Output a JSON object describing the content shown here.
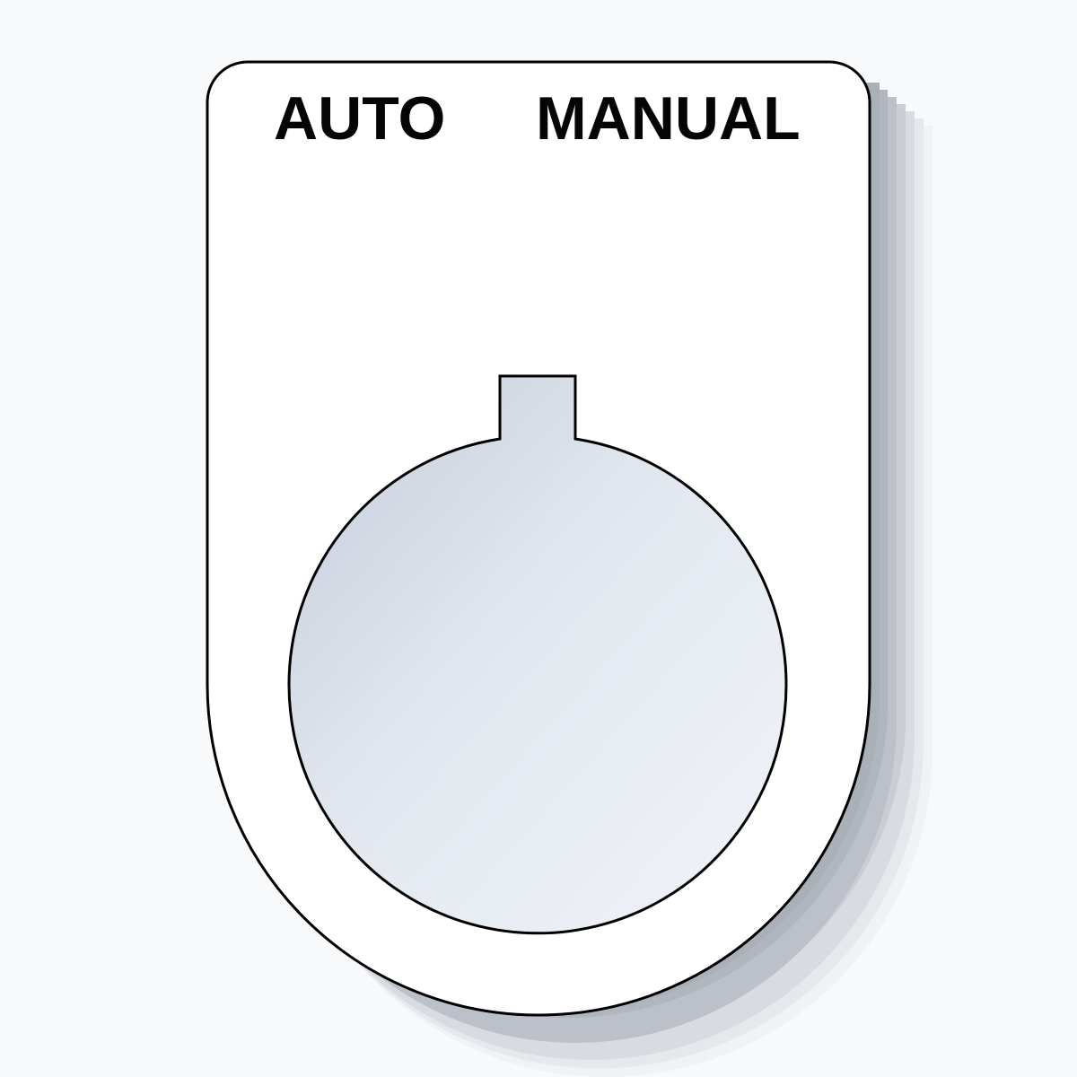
{
  "plate": {
    "shape": "rounded-top-semicircle-bottom legend plate",
    "fill": "#ffffff",
    "outline": "#000000",
    "shadow_color": "#a9aeb6",
    "background": "#f8f9fb"
  },
  "labels": {
    "left": "AUTO",
    "right": "MANUAL"
  },
  "cutout": {
    "shape": "circle-with-key-tab",
    "fill_start": "#c9d1dd",
    "fill_end": "#f0f3f8",
    "outline": "#000000"
  }
}
